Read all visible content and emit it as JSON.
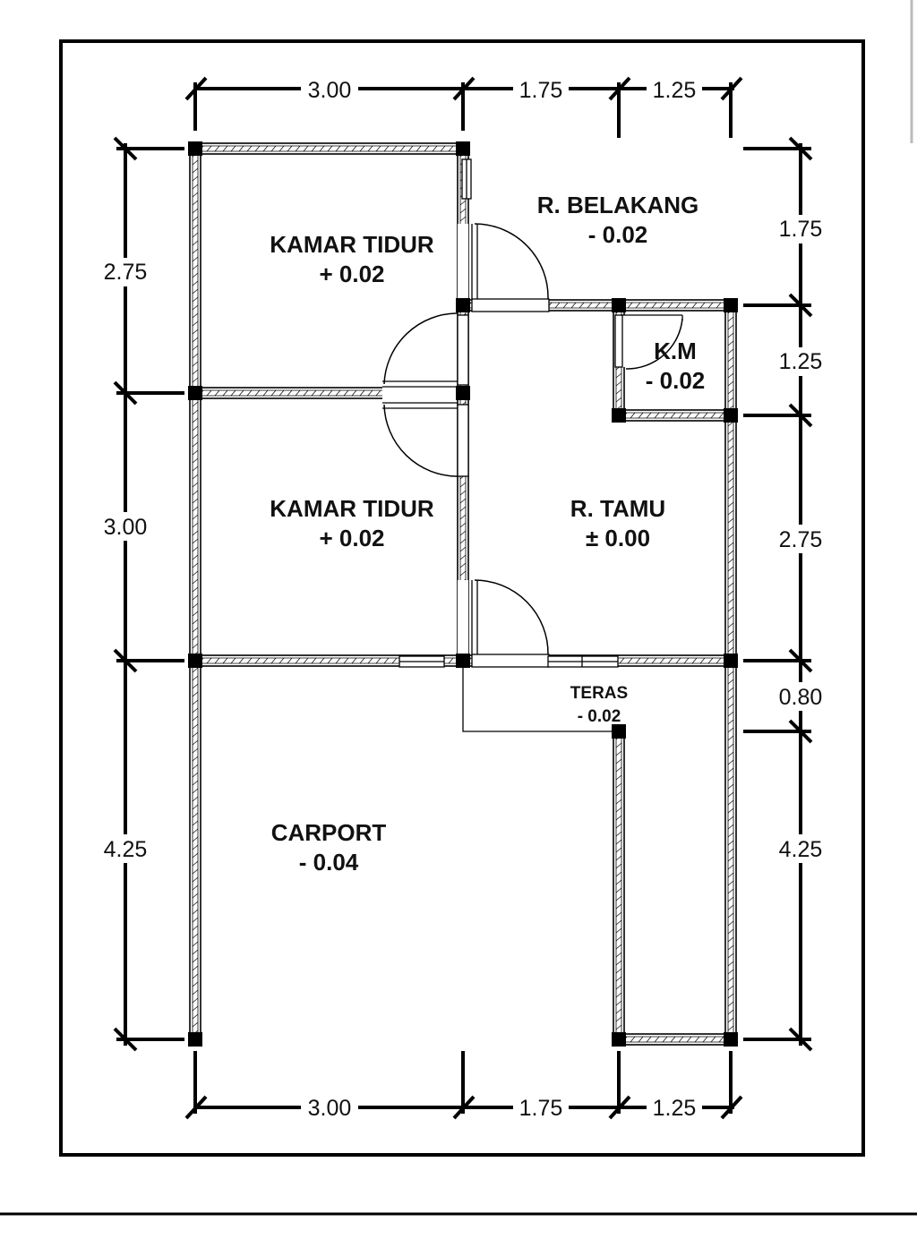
{
  "rooms": {
    "kamar_tidur_1": {
      "name": "KAMAR TIDUR",
      "level": "+ 0.02"
    },
    "kamar_tidur_2": {
      "name": "KAMAR TIDUR",
      "level": "+ 0.02"
    },
    "r_belakang": {
      "name": "R. BELAKANG",
      "level": "- 0.02"
    },
    "km": {
      "name": "K.M",
      "level": "- 0.02"
    },
    "r_tamu": {
      "name": "R. TAMU",
      "level": "± 0.00"
    },
    "teras": {
      "name": "TERAS",
      "level": "- 0.02"
    },
    "carport": {
      "name": "CARPORT",
      "level": "- 0.04"
    }
  },
  "dimensions": {
    "top": [
      "3.00",
      "1.75",
      "1.25"
    ],
    "bottom": [
      "3.00",
      "1.75",
      "1.25"
    ],
    "left": [
      "2.75",
      "3.00",
      "4.25"
    ],
    "right": [
      "1.75",
      "1.25",
      "2.75",
      "0.80",
      "4.25"
    ]
  }
}
